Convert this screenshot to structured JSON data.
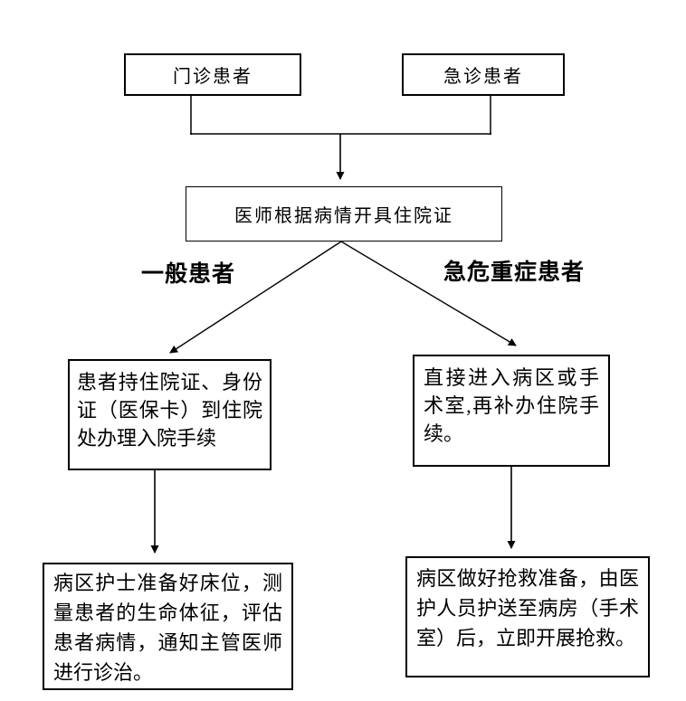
{
  "flowchart": {
    "title_hint": "hospital admission process flowchart",
    "nodes": {
      "outpatient": "门诊患者",
      "emergency": "急诊患者",
      "admission_cert": "医师根据病情开具住院证",
      "general_procedure": "患者持住院证、身份证（医保卡）到住院处办理入院手续",
      "direct_ward": "直接进入病区或手术室,再补办住院手续。",
      "ward_prep": "病区护士准备好床位，测量患者的生命体征，评估患者病情，通知主管医师进行诊治。",
      "rescue": "病区做好抢救准备，由医护人员护送至病房（手术室）后，立即开展抢救。"
    },
    "branch_labels": {
      "left": "一般患者",
      "right": "急危重症患者"
    },
    "colors": {
      "line": "#000000",
      "text": "#000000",
      "background": "#ffffff"
    }
  }
}
